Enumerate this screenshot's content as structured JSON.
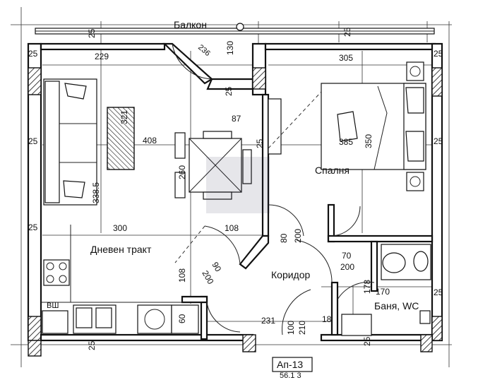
{
  "rooms": {
    "balcony": "Балкон",
    "bedroom": "Спалня",
    "living": "Дневен тракт",
    "corridor": "Коридор",
    "bath": "Баня, WC",
    "laundry": "ВШ"
  },
  "plan_label": "Ап-13",
  "plan_sub": "56.1 3",
  "dims": {
    "d229": "229",
    "d305": "305",
    "d130": "130",
    "d236": "236",
    "d87": "87",
    "d408": "408",
    "d260": "260",
    "d385": "385",
    "d350": "350",
    "d338": "338.5",
    "d300": "300",
    "d108a": "108",
    "d108b": "108",
    "d80": "80",
    "d200a": "200",
    "d70": "70",
    "d200b": "200",
    "d90": "90",
    "d200c": "200",
    "d178": "178",
    "d170": "170",
    "d231": "231",
    "d18": "18",
    "d100": "100",
    "d210": "210",
    "d60": "60",
    "d321": "321",
    "w25a": "25",
    "w25b": "25",
    "w25c": "25",
    "w25d": "25",
    "w25e": "25",
    "w25f": "25",
    "w25g": "25",
    "w25h": "25",
    "w25i": "25",
    "w25j": "25",
    "w25k": "25",
    "w25l": "25"
  }
}
